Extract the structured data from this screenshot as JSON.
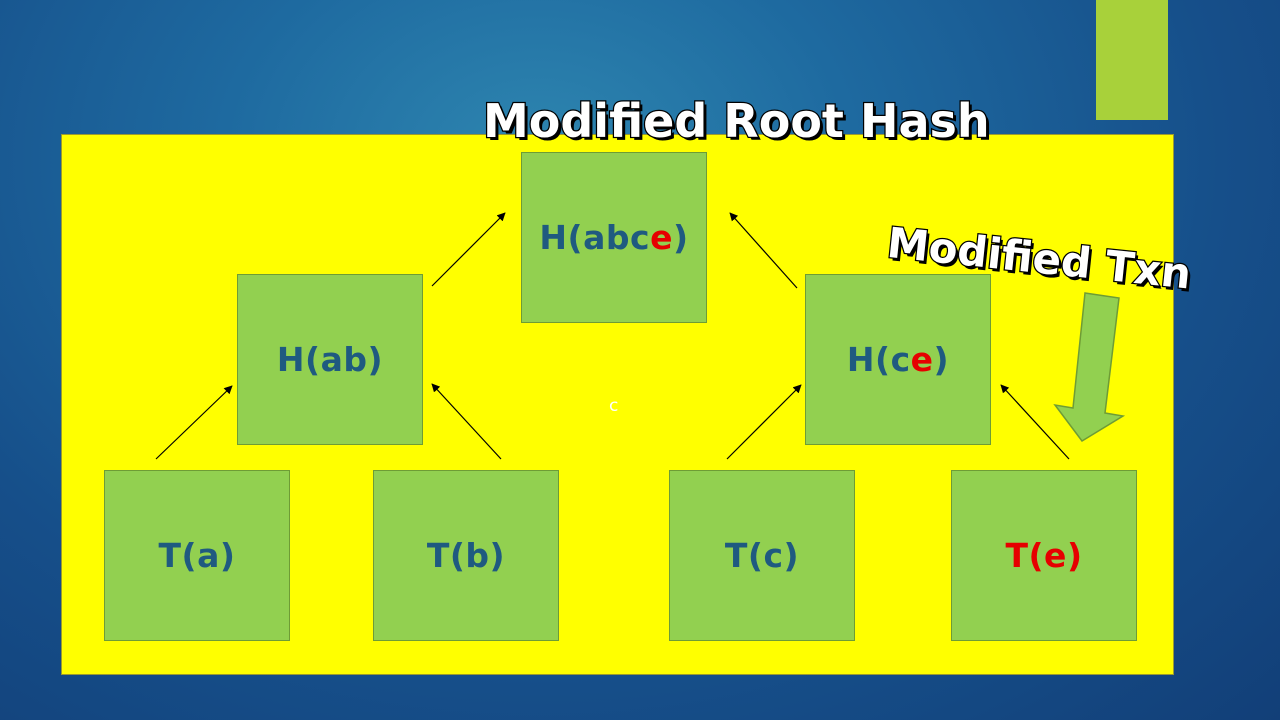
{
  "titles": {
    "root": "Modified Root Hash",
    "txn": "Modified Txn"
  },
  "stray_char": "c",
  "nodes": {
    "root": {
      "pre": "H(abc",
      "hl": "e",
      "post": ")"
    },
    "h_ab": {
      "label": "H(ab)"
    },
    "h_ce": {
      "pre": "H(c",
      "hl": "e",
      "post": ")"
    },
    "t_a": {
      "label": "T(a)"
    },
    "t_b": {
      "label": "T(b)"
    },
    "t_c": {
      "label": "T(c)"
    },
    "t_e": {
      "label": "T(e)"
    }
  },
  "colors": {
    "background": "#1a5a92",
    "panel": "#ffff00",
    "node_fill": "#92d050",
    "node_text": "#1f5a80",
    "modified_text": "#e60000",
    "accent_bar": "#a8d13a"
  }
}
